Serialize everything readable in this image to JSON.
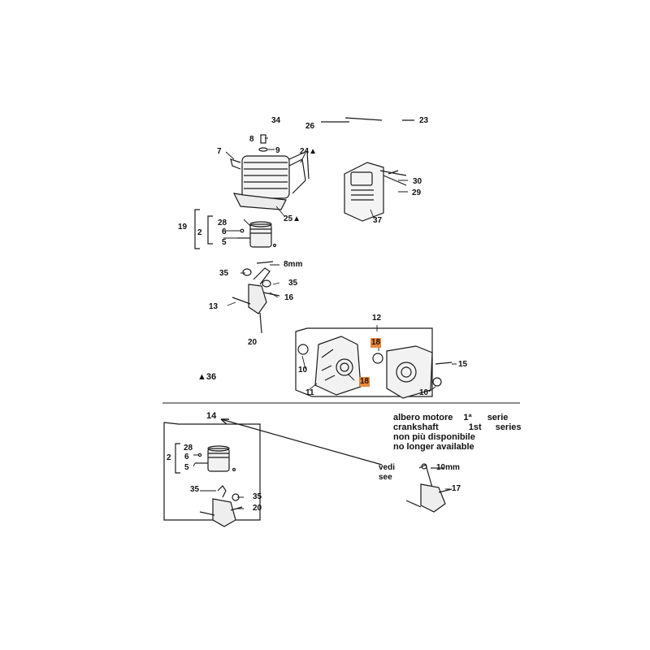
{
  "colors": {
    "ink": "#1a1a1a",
    "highlight": "#e9883f",
    "paper": "#ffffff"
  },
  "top_fragments": {
    "a": "34",
    "b": "26",
    "c": "23"
  },
  "callouts": {
    "c8_bolt": "8",
    "c9_washer": "9",
    "c7_plug": "7",
    "c24": "24▲",
    "c25": "25▲",
    "c19": "19",
    "c28": "28",
    "c2": "2",
    "c6": "6",
    "c5": "5",
    "c30": "30",
    "c29": "29",
    "c37": "37",
    "c35a": "35",
    "c8mm": "8mm",
    "c35b": "35",
    "c16": "16",
    "c13": "13",
    "c20": "20",
    "c12": "12",
    "c18a": "18",
    "c18b": "18",
    "c15": "15",
    "c10a": "10",
    "c10b": "10",
    "c11": "11",
    "c36": "▲36"
  },
  "lower": {
    "c14": "14",
    "c28": "28",
    "c2": "2",
    "c6": "6",
    "c5": "5",
    "c35a": "35",
    "c35b": "35",
    "c20": "20",
    "c17": "17",
    "c10mm": "10mm",
    "vedi": "vedi",
    "see": "see"
  },
  "note": {
    "line1_a": "albero motore",
    "line1_sup": "1ª",
    "line1_b": "serie",
    "line2_a": "crankshaft",
    "line2_sup": "1st",
    "line2_b": "series",
    "line3": "non più disponibile",
    "line4": "no longer available"
  }
}
